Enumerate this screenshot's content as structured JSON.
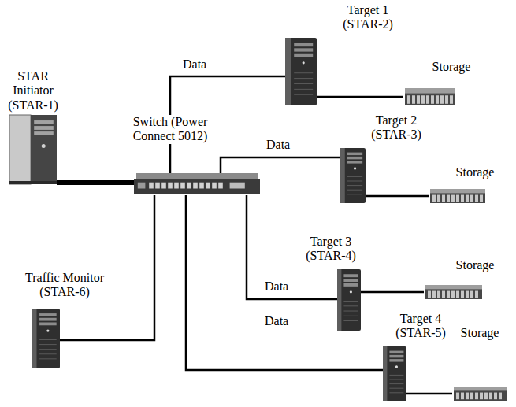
{
  "diagram": {
    "nodes": [
      {
        "text": [
          "Target 1 (STAR-2)"
        ]
      },
      {
        "text": [
          "Storage"
        ]
      },
      {
        "text": [
          "STAR Initiator (STAR-1)"
        ]
      },
      {
        "text": [
          "Switch (Power Connect 5012)"
        ]
      },
      {
        "text": [
          "Target 2 (STAR-3)"
        ]
      },
      {
        "text": [
          "Storage"
        ]
      },
      {
        "text": [
          "Target 3 (STAR-4)"
        ]
      },
      {
        "text": [
          "Storage"
        ]
      },
      {
        "text": [
          "Traffic Monitor (STAR-6)"
        ]
      },
      {
        "text": [
          "Target 4 (STAR-5)"
        ]
      },
      {
        "text": [
          "Storage"
        ]
      }
    ],
    "edges": [
      {
        "from": 2,
        "to": 3,
        "arrow": "none"
      },
      {
        "from": 3,
        "to": 0,
        "label": "Data",
        "arrow": "none"
      },
      {
        "from": 3,
        "to": 4,
        "label": "Data",
        "arrow": "none"
      },
      {
        "from": 3,
        "to": 6,
        "label": "Data",
        "arrow": "none"
      },
      {
        "from": 3,
        "to": 9,
        "label": "Data",
        "arrow": "none"
      },
      {
        "from": 3,
        "to": 8,
        "arrow": "none"
      },
      {
        "from": 0,
        "to": 1,
        "arrow": "none"
      },
      {
        "from": 4,
        "to": 5,
        "arrow": "none"
      },
      {
        "from": 6,
        "to": 7,
        "arrow": "none"
      },
      {
        "from": 9,
        "to": 10,
        "arrow": "none"
      }
    ]
  }
}
